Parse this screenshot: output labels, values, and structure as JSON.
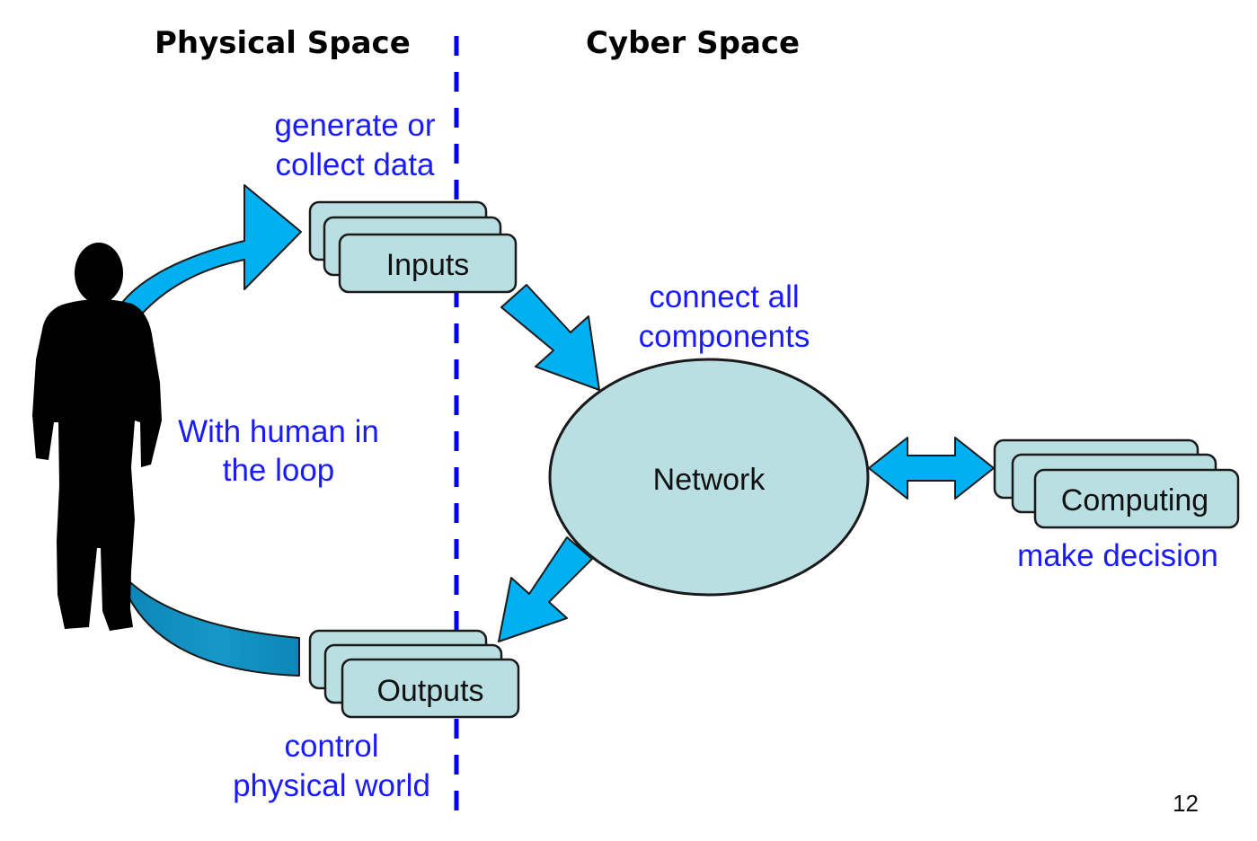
{
  "headings": {
    "physical": "Physical Space",
    "cyber": "Cyber Space"
  },
  "nodes": {
    "inputs": "Inputs",
    "network": "Network",
    "outputs": "Outputs",
    "computing": "Computing"
  },
  "annotations": {
    "generate": [
      "generate or",
      "collect data"
    ],
    "connect": [
      "connect all",
      "components"
    ],
    "human": [
      "With human in",
      "the loop"
    ],
    "decision": "make decision",
    "control": [
      "control",
      "physical world"
    ]
  },
  "page_number": "12",
  "colors": {
    "box_fill": "#b9dfe3",
    "arrow_fill": "#00b0f0",
    "annotation_text": "#1a1aff",
    "divider": "#0000ff",
    "silhouette": "#000000"
  }
}
